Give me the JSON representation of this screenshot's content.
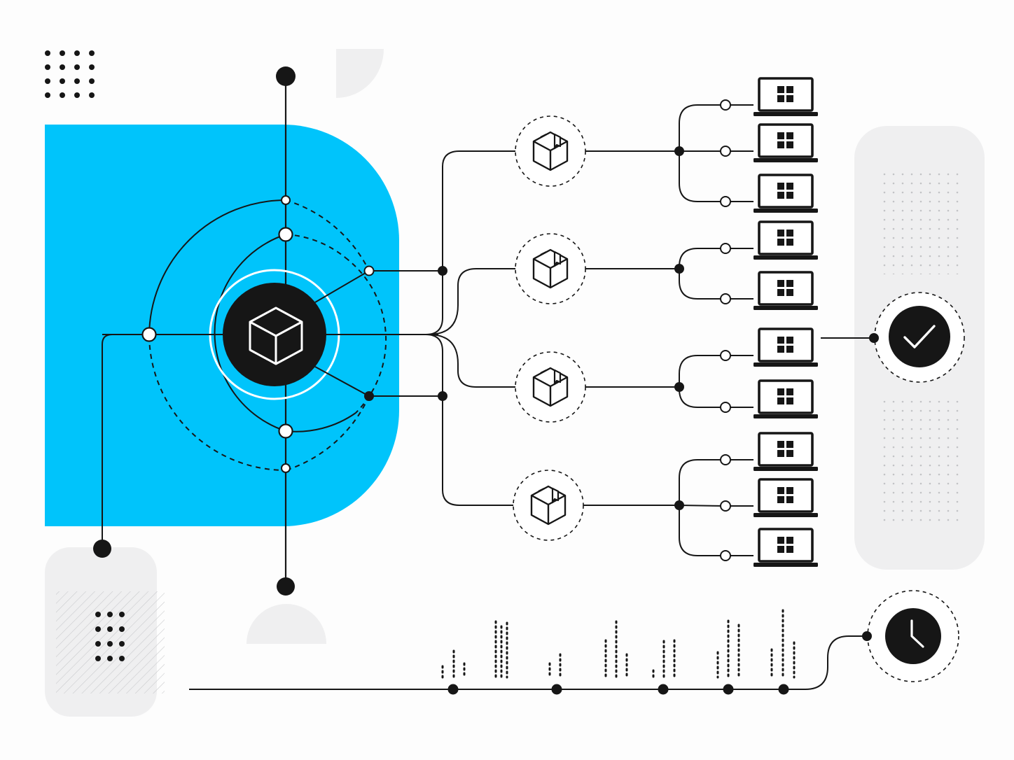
{
  "colors": {
    "background": "#fdfdfd",
    "accent": "#00c4fb",
    "ink": "#161616",
    "panel": "#efeff0",
    "white": "#ffffff",
    "dots": "#c2c3c6"
  },
  "hub": {
    "icon": "cube-icon"
  },
  "package_nodes": [
    {
      "icon": "package-box-icon"
    },
    {
      "icon": "package-box-icon"
    },
    {
      "icon": "package-box-icon"
    },
    {
      "icon": "package-box-icon"
    }
  ],
  "laptop_groups": [
    {
      "count": 3
    },
    {
      "count": 2
    },
    {
      "count": 2
    },
    {
      "count": 3
    }
  ],
  "endpoint_icon": "windows-laptop-icon",
  "status": {
    "icon": "checkmark-icon",
    "state": "success"
  },
  "schedule": {
    "icon": "clock-icon"
  },
  "timeline": {
    "markers": 5
  }
}
